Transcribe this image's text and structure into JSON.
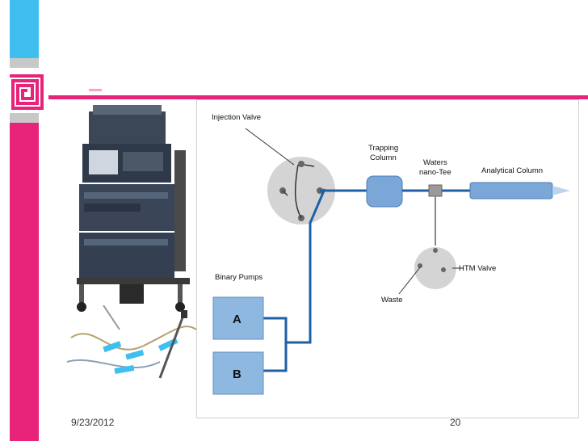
{
  "diagram": {
    "labels": {
      "injection_valve": "Injection Valve",
      "trapping_column_line1": "Trapping",
      "trapping_column_line2": "Column",
      "waters_line1": "Waters",
      "waters_line2": "nano-Tee",
      "analytical_column": "Analytical Column",
      "binary_pumps": "Binary Pumps",
      "pump_a": "A",
      "pump_b": "B",
      "htm_valve": "HTM Valve",
      "waste": "Waste"
    },
    "colors": {
      "tubing": "#1f5fa6",
      "pump_box": "#8fb8e0",
      "valve_circle": "#d4d4d4",
      "column": "#7aa6d8"
    }
  },
  "footer": {
    "date": "9/23/2012",
    "page": "20"
  },
  "theme": {
    "accent_pink": "#e8237a",
    "accent_cyan": "#3fbfef"
  }
}
